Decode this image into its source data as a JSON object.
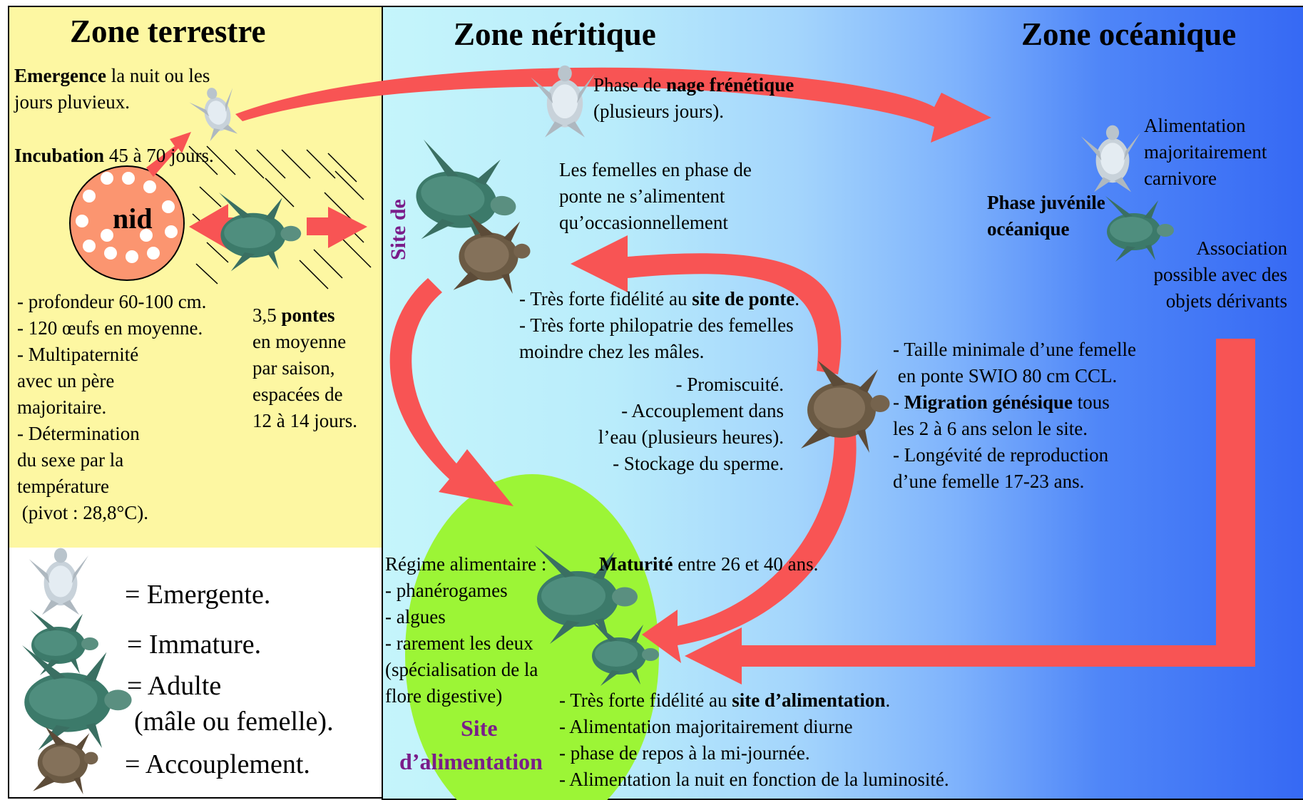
{
  "zones": {
    "terrestre": "Zone terrestre",
    "neritique": "Zone néritique",
    "oceanique": "Zone océanique"
  },
  "terre": {
    "emergence": {
      "bold": "Emergence",
      "rest": " la nuit ou les",
      "line2": "jours pluvieux."
    },
    "incubation": {
      "bold": "Incubation",
      "rest": " 45 à 70 jours."
    },
    "nid": "nid",
    "nid_list": [
      "- profondeur 60-100 cm.",
      "- 120 œufs en moyenne.",
      "- Multipaternité",
      "avec un père",
      "majoritaire.",
      "- Détermination",
      "du sexe par la",
      "température",
      " (pivot : 28,8°C)."
    ],
    "pontes": {
      "prefix": "3,5 ",
      "bold": "pontes",
      "lines": [
        "en moyenne",
        "par saison,",
        "espacées de",
        "12 à 14 jours."
      ]
    }
  },
  "legend": {
    "emergente": "= Emergente.",
    "immature": "= Immature.",
    "adulte1": "= Adulte",
    "adulte2": "(mâle ou femelle).",
    "accouplement": "= Accouplement."
  },
  "neritique": {
    "nage": {
      "prefix": "Phase de ",
      "bold": "nage frénétique",
      "line2": "(plusieurs jours)."
    },
    "femelles": [
      "Les femelles en phase de",
      "ponte ne s’alimentent",
      "qu’occasionnellement"
    ],
    "site_de_ponte_label": "Site de",
    "fidelite_ponte": {
      "prefix": "- Très forte fidélité au ",
      "bold": "site de ponte",
      "suffix": "."
    },
    "philopatrie": [
      "- Très forte philopatrie des femelles",
      "moindre chez les mâles."
    ],
    "accouplement": [
      "- Promiscuité.",
      "- Accouplement dans",
      "l’eau (plusieurs heures).",
      "- Stockage du sperme."
    ],
    "regime": [
      "Régime alimentaire :",
      "- phanérogames",
      "- algues",
      "- rarement les deux",
      "(spécialisation de la",
      "flore digestive)"
    ],
    "maturite": {
      "bold": "Maturité",
      "rest": " entre 26 et 40 ans."
    },
    "site_alim": [
      "Site",
      "d’alimentation"
    ],
    "fidelite_alim": {
      "prefix": "- Très forte fidélité au ",
      "bold": "site d’alimentation",
      "suffix": "."
    },
    "alim_list": [
      "- Alimentation majoritairement diurne",
      "- phase de repos à la mi-journée.",
      "- Alimentation la nuit en fonction de la luminosité."
    ]
  },
  "oceanique": {
    "alimentation": [
      "Alimentation",
      "majoritairement",
      "carnivore"
    ],
    "phase_juvenile": [
      "Phase juvénile",
      "océanique"
    ],
    "association": [
      "Association",
      "possible avec des",
      "objets dérivants"
    ],
    "taille": [
      "- Taille minimale d’une femelle",
      " en ponte SWIO 80 cm CCL."
    ],
    "migration": {
      "prefix": "- ",
      "bold": "Migration génésique",
      "rest": " tous",
      "line2": "les 2 à 6 ans selon le site."
    },
    "longevite": [
      "- Longévité de reproduction",
      "d’une femelle 17-23 ans."
    ]
  },
  "colors": {
    "arrow": "#f85454",
    "terre": "#fdf7a2",
    "alim_site": "#9cf536",
    "nid": "#fb9570",
    "label_purple": "#7a1d8a"
  },
  "icons": [
    "hatchling-turtle-icon",
    "immature-turtle-icon",
    "adult-turtle-icon",
    "mating-turtles-icon"
  ]
}
